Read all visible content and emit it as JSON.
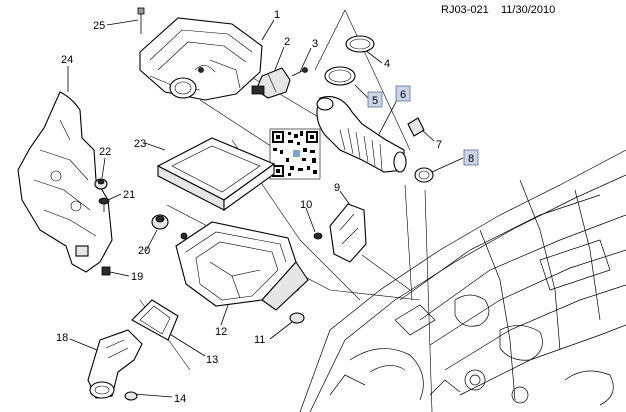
{
  "header": {
    "code": "RJ03-021",
    "date": "11/30/2010"
  },
  "callouts": {
    "c1": "1",
    "c2": "2",
    "c3": "3",
    "c4": "4",
    "c5": "5",
    "c6": "6",
    "c7": "7",
    "c8": "8",
    "c9": "9",
    "c10": "10",
    "c11": "11",
    "c12": "12",
    "c13": "13",
    "c14": "14",
    "c18": "18",
    "c19": "19",
    "c20": "20",
    "c21": "21",
    "c22": "22",
    "c23": "23",
    "c24": "24",
    "c25": "25"
  }
}
